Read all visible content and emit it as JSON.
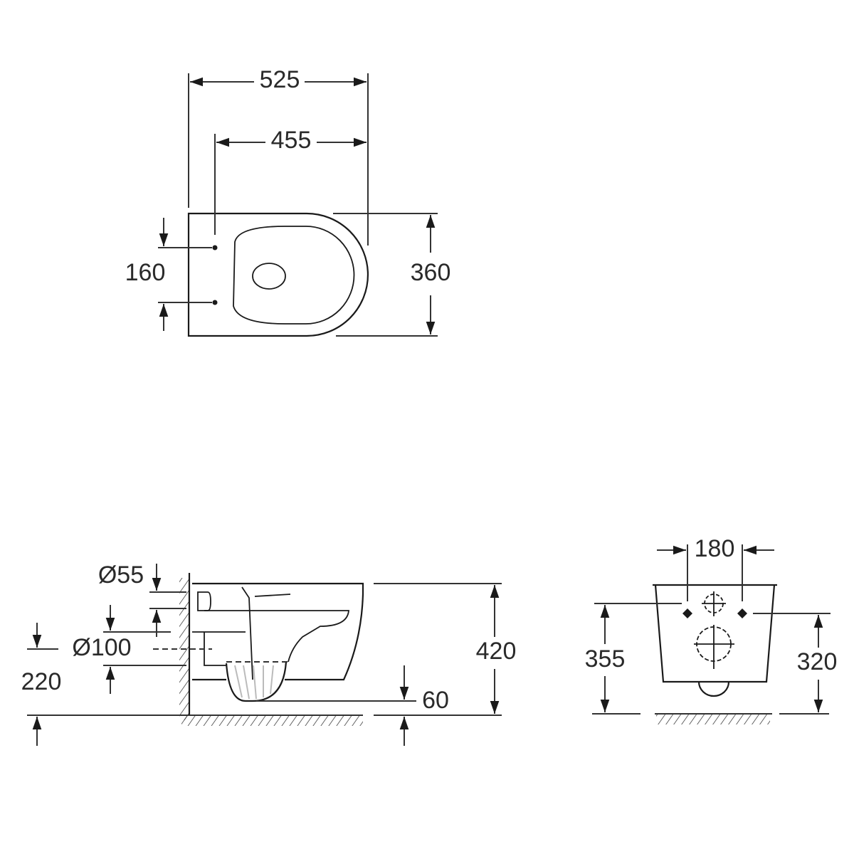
{
  "top_view": {
    "overall_length": "525",
    "fixing_to_front": "455",
    "fixing_spacing": "160",
    "width": "360"
  },
  "side_view": {
    "inlet_diameter": "Ø55",
    "outlet_diameter": "Ø100",
    "outlet_height": "220",
    "bowl_bottom_offset": "60",
    "rim_height": "420"
  },
  "rear_view": {
    "bolt_spacing": "180",
    "inlet_height": "355",
    "bolt_height": "320"
  }
}
